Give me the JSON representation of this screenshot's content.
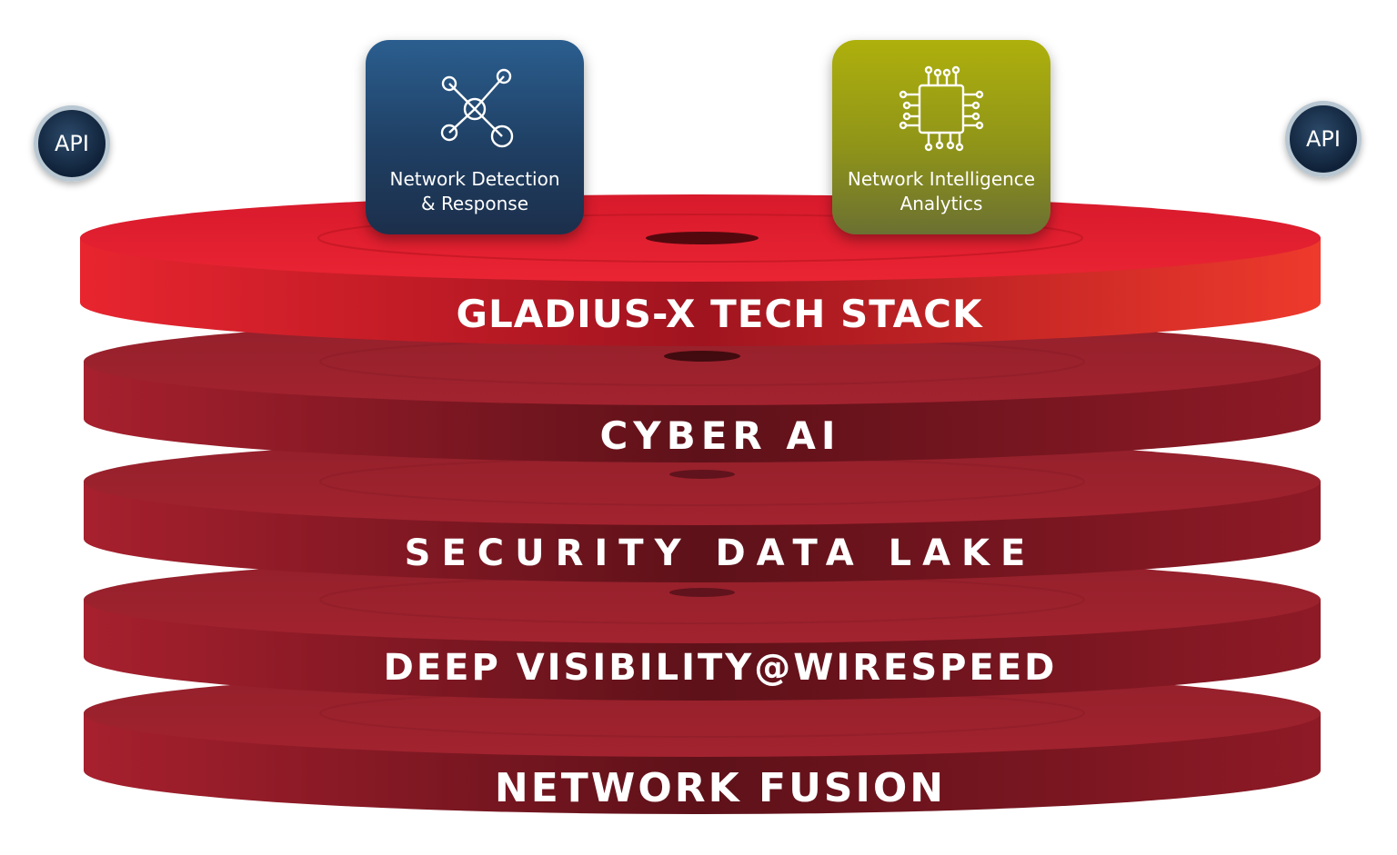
{
  "layers": [
    {
      "label": "GLADIUS-X TECH STACK",
      "color": "#e01c2c"
    },
    {
      "label": "CYBER AI",
      "color": "#a31d2a"
    },
    {
      "label": "SECURITY DATA LAKE",
      "color": "#a31d2a"
    },
    {
      "label": "DEEP VISIBILITY@WIRESPEED",
      "color": "#a31d2a"
    },
    {
      "label": "NETWORK FUSION",
      "color": "#a31d2a"
    }
  ],
  "cards": {
    "ndr": {
      "line1": "Network Detection",
      "line2": "& Response",
      "icon": "network-nodes-icon",
      "color": "#234a73"
    },
    "nia": {
      "line1": "Network Intelligence",
      "line2": "Analytics",
      "icon": "chip-circuit-icon",
      "color": "#9a9d18"
    }
  },
  "api": {
    "left": "API",
    "right": "API"
  }
}
